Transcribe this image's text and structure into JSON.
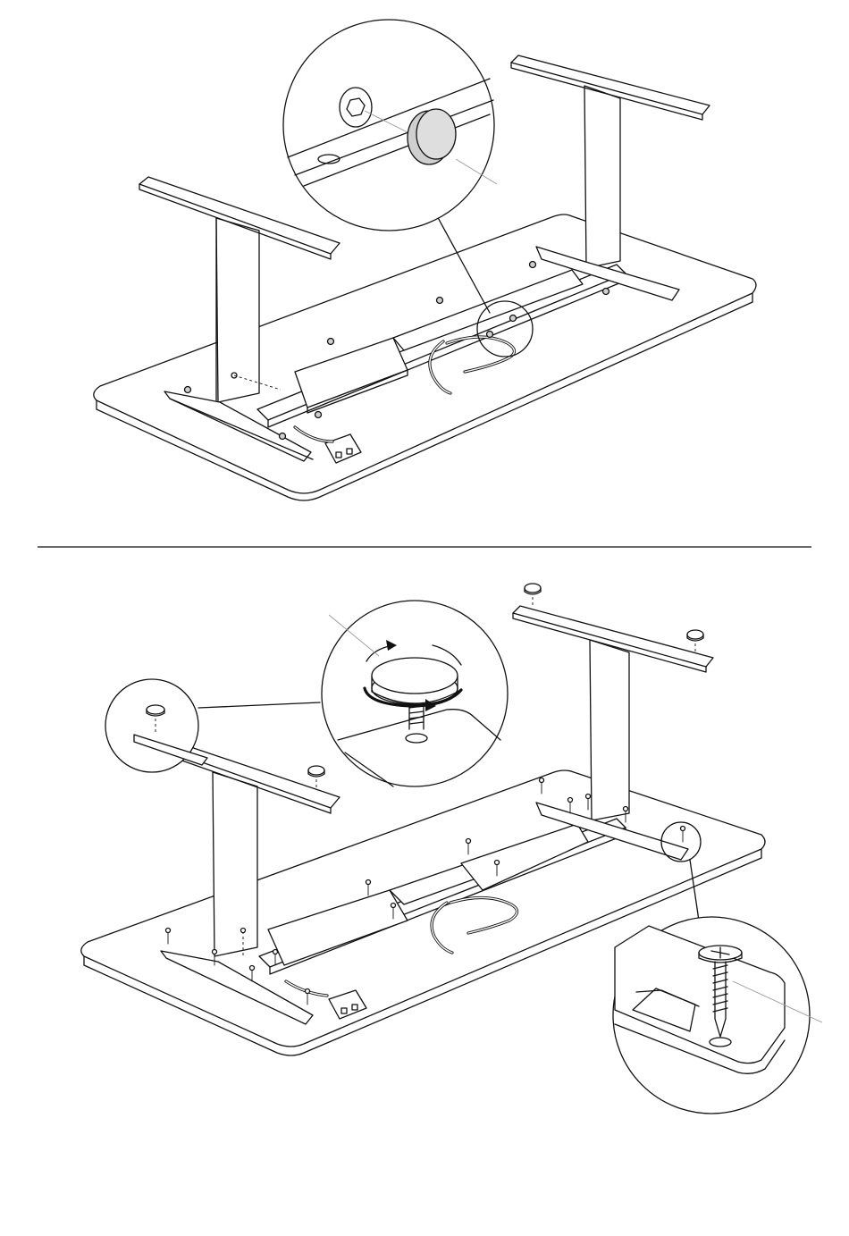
{
  "title": "",
  "steps": [
    {
      "step": "top",
      "callout": "cap-insertion-detail"
    },
    {
      "step": "bottom",
      "callouts": [
        "glide-foot-detail",
        "foot-rotation-detail",
        "screw-detail"
      ]
    }
  ],
  "icons": [
    "hex-socket-icon",
    "cap-icon",
    "rotate-arrow-icon",
    "wood-screw-icon"
  ],
  "colors": {
    "line": "#111111",
    "cap_fill": "#cfcfcf",
    "background": "#ffffff"
  }
}
